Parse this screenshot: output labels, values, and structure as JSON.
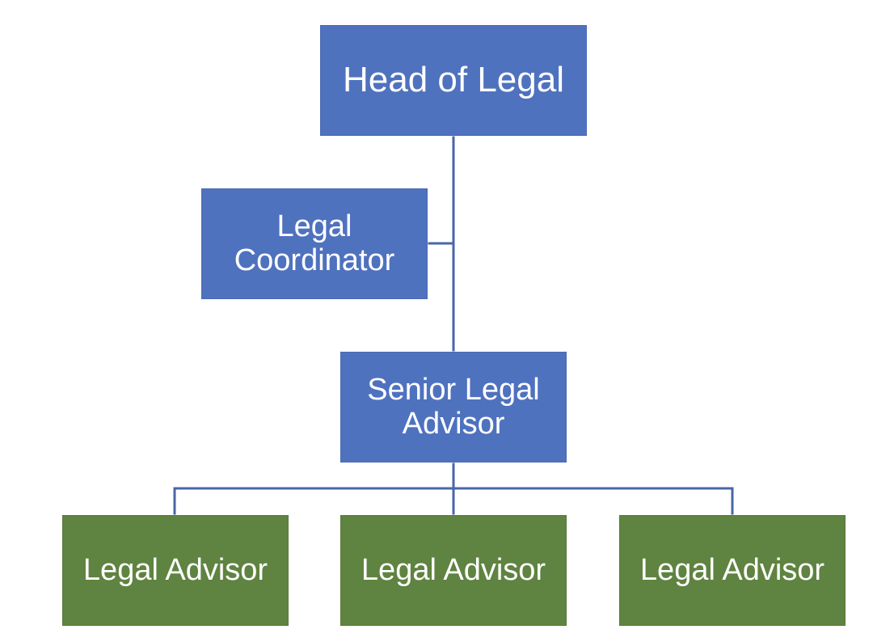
{
  "org_chart": {
    "head": "Head of Legal",
    "coordinator": "Legal Coordinator",
    "senior": "Senior Legal Advisor",
    "advisors": [
      "Legal Advisor",
      "Legal Advisor",
      "Legal Advisor"
    ]
  },
  "colors": {
    "manager_box": "#4f72bf",
    "staff_box": "#5f8340",
    "connector": "#4a66a8",
    "text": "#ffffff"
  }
}
